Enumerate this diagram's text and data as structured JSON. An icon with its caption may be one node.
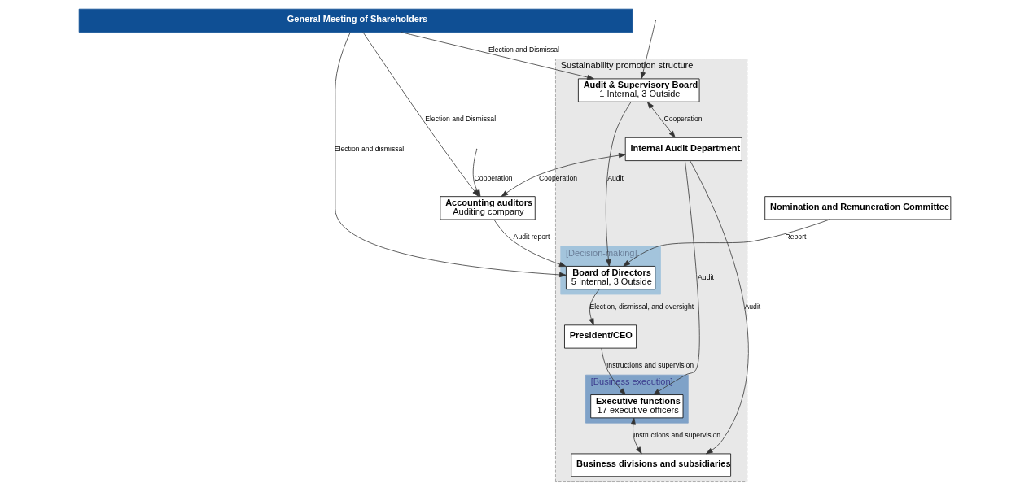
{
  "diagram": {
    "nodes": [
      {
        "text": [
          "General Meeting of Shareholders"
        ]
      },
      {
        "text": [
          "Sustainability promotion structure"
        ]
      },
      {
        "text": [
          "[Decision-making]"
        ],
        "in": 1
      },
      {
        "text": [
          "Audit & Supervisory Board",
          "1 Internal, 3 Outside"
        ],
        "in": 1
      },
      {
        "text": [
          "Board of Directors",
          "5 Internal, 3 Outside"
        ],
        "in": 2
      },
      {
        "text": [
          "President/CEO"
        ],
        "in": 1
      },
      {
        "text": [
          "[Business execution]"
        ],
        "in": 1
      },
      {
        "text": [
          "Internal Audit Department"
        ],
        "in": 1
      },
      {
        "text": [
          "Executive functions",
          "17 executive officers"
        ],
        "in": 6
      },
      {
        "text": [
          "Business divisions and subsidiaries"
        ],
        "in": 1
      },
      {
        "text": [
          "Accounting auditors",
          "Auditing company"
        ]
      },
      {
        "text": [
          "Nomination and Remuneration Committee"
        ]
      }
    ],
    "edges": [
      {
        "from": 0,
        "to": 3,
        "arrow": "to",
        "label": "Election and Dismissal"
      },
      {
        "from": 0,
        "to": 4,
        "arrow": "to",
        "label": "Election and dismissal"
      },
      {
        "from": 0,
        "to": 10,
        "arrow": "to",
        "label": "Election and Dismissal"
      },
      {
        "from": 3,
        "to": 4,
        "arrow": "to",
        "label": "Audit"
      },
      {
        "from": 10,
        "to": 4,
        "arrow": "to",
        "label": "Audit report"
      },
      {
        "from": 11,
        "to": 4,
        "arrow": "to",
        "label": "Report"
      },
      {
        "from": 4,
        "to": 5,
        "arrow": "to",
        "label": "Election, dismissal, and oversight"
      },
      {
        "from": 3,
        "to": 7,
        "arrow": "both",
        "label": "Cooperation"
      },
      {
        "from": 5,
        "to": 8,
        "arrow": "to",
        "label": "Instructions and supervision"
      },
      {
        "from": 7,
        "to": 8,
        "arrow": "to",
        "label": "Audit"
      },
      {
        "from": 7,
        "to": 9,
        "arrow": "to",
        "label": "Audit"
      },
      {
        "from": 8,
        "to": 9,
        "arrow": "both",
        "label": "Instructions and supervision"
      },
      {
        "from": null,
        "to": 3,
        "arrow": "to"
      },
      {
        "from": 7,
        "to": 10,
        "arrow": "both",
        "label": "Cooperation"
      },
      {
        "from": null,
        "to": 10,
        "arrow": "to",
        "label": "Cooperation"
      }
    ]
  }
}
